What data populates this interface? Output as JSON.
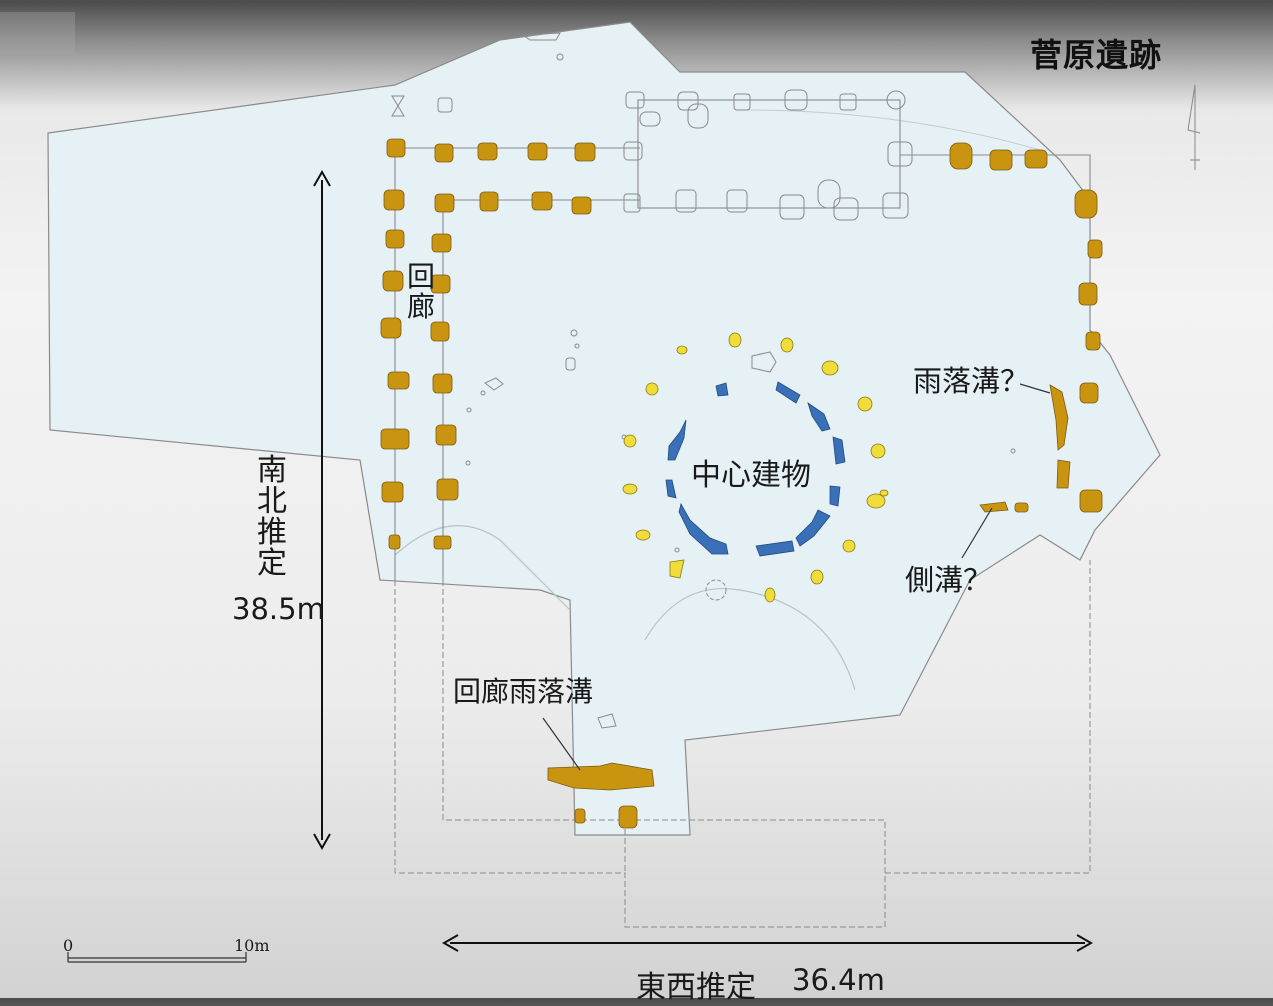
{
  "title": "菅原遺跡",
  "labels": {
    "corridor": "回廊",
    "central_building": "中心建物",
    "rain_gutter_q": "雨落溝？",
    "side_ditch_q": "側溝？",
    "corridor_rain_gutter": "回廊雨落溝",
    "ns_estimate_chars": [
      "南",
      "北",
      "推",
      "定"
    ],
    "ns_length": "38.5m",
    "ew_estimate": "東西推定",
    "ew_length": "36.4m"
  },
  "scale_bar": {
    "start_label": "0",
    "end_label": "10m"
  },
  "colors": {
    "site_fill": "#e6f1f6",
    "corridor_post": "#c9940f",
    "central_post": "#3a70b8",
    "outer_post": "#f0dc3a",
    "outline": "#7d7d7d"
  }
}
